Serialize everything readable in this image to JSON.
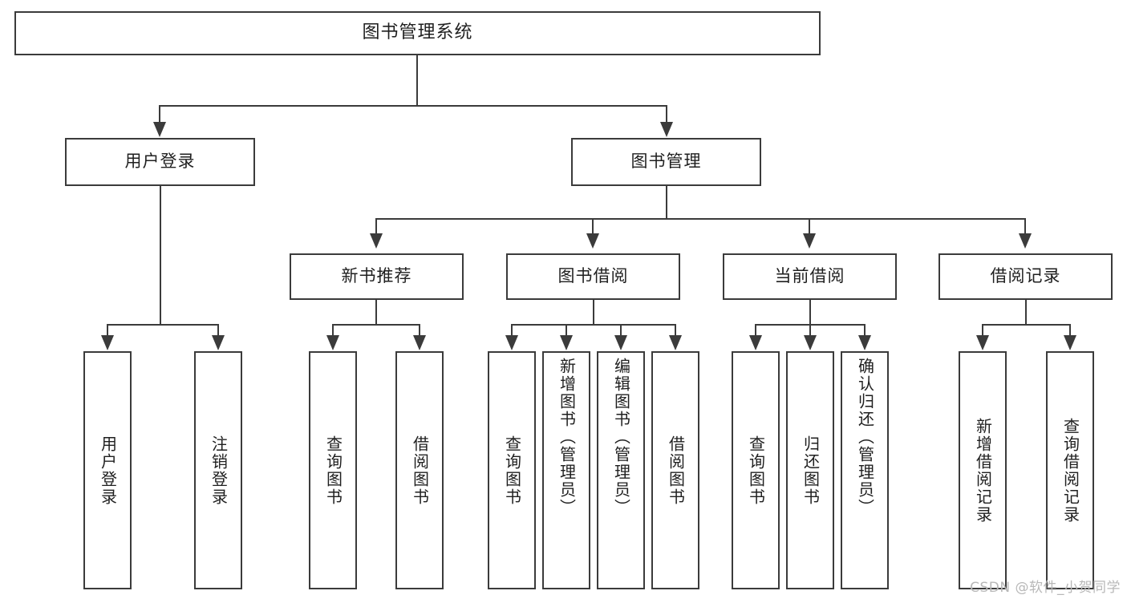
{
  "diagram": {
    "type": "tree",
    "title": "图书管理系统",
    "root": {
      "label": "图书管理系统"
    },
    "level2": [
      {
        "label": "用户登录"
      },
      {
        "label": "图书管理"
      }
    ],
    "level3": [
      {
        "label": "新书推荐"
      },
      {
        "label": "图书借阅"
      },
      {
        "label": "当前借阅"
      },
      {
        "label": "借阅记录"
      }
    ],
    "leaves": {
      "user_login": [
        {
          "label": "用户登录"
        },
        {
          "label": "注销登录"
        }
      ],
      "new_book_recommend": [
        {
          "label": "查询图书"
        },
        {
          "label": "借阅图书"
        }
      ],
      "book_borrow": [
        {
          "label": "查询图书"
        },
        {
          "label": "新增图书（管理员）"
        },
        {
          "label": "编辑图书（管理员）"
        },
        {
          "label": "借阅图书"
        }
      ],
      "current_borrow": [
        {
          "label": "查询图书"
        },
        {
          "label": "归还图书"
        },
        {
          "label": "确认归还（管理员）"
        }
      ],
      "borrow_record": [
        {
          "label": "新增借阅记录"
        },
        {
          "label": "查询借阅记录"
        }
      ]
    }
  },
  "watermark": {
    "text": "CSDN @软件_小贺同学"
  },
  "colors": {
    "border": "#3b3b3b",
    "text": "#1f1f1f",
    "background": "#ffffff",
    "watermark": "#b8b8b8"
  }
}
